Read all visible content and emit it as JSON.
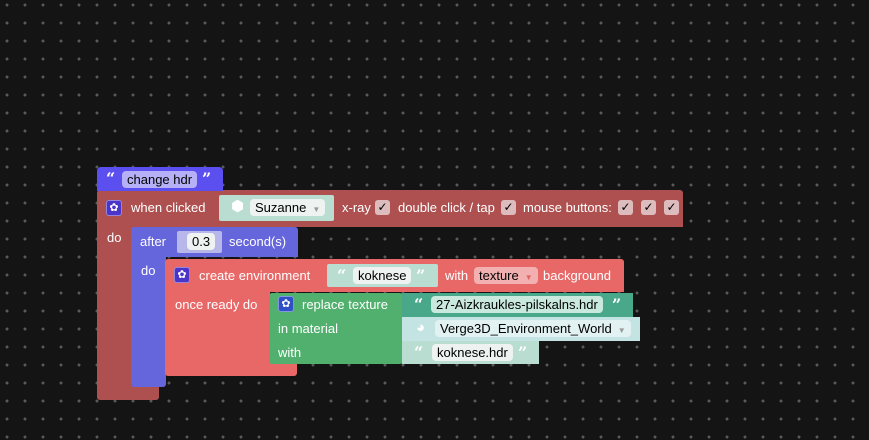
{
  "comment_block": {
    "text": "change hdr"
  },
  "event_block": {
    "label": "when clicked",
    "object": "Suzanne",
    "xray_label": "x-ray",
    "dblclick_label": "double click / tap",
    "mouse_label": "mouse buttons:",
    "do_label": "do",
    "check": "✓"
  },
  "after_block": {
    "label": "after",
    "value": "0.3",
    "unit": "second(s)",
    "do_label": "do"
  },
  "create_env_block": {
    "label": "create environment",
    "name": "koknese",
    "with_label": "with",
    "type": "texture",
    "suffix": "background",
    "once_ready": "once ready do"
  },
  "replace_texture_block": {
    "label": "replace texture",
    "texture": "27-Aizkraukles-pilskalns.hdr",
    "material_label": "in material",
    "material": "Verge3D_Environment_World",
    "with_label": "with",
    "with_value": "koknese.hdr"
  },
  "colors": {
    "background": "#141414",
    "comment": "#5b4ff0",
    "event": "#ae5050",
    "after": "#6565dc",
    "create": "#e86868",
    "replace": "#52b06e",
    "string": "#b9ddd1"
  }
}
